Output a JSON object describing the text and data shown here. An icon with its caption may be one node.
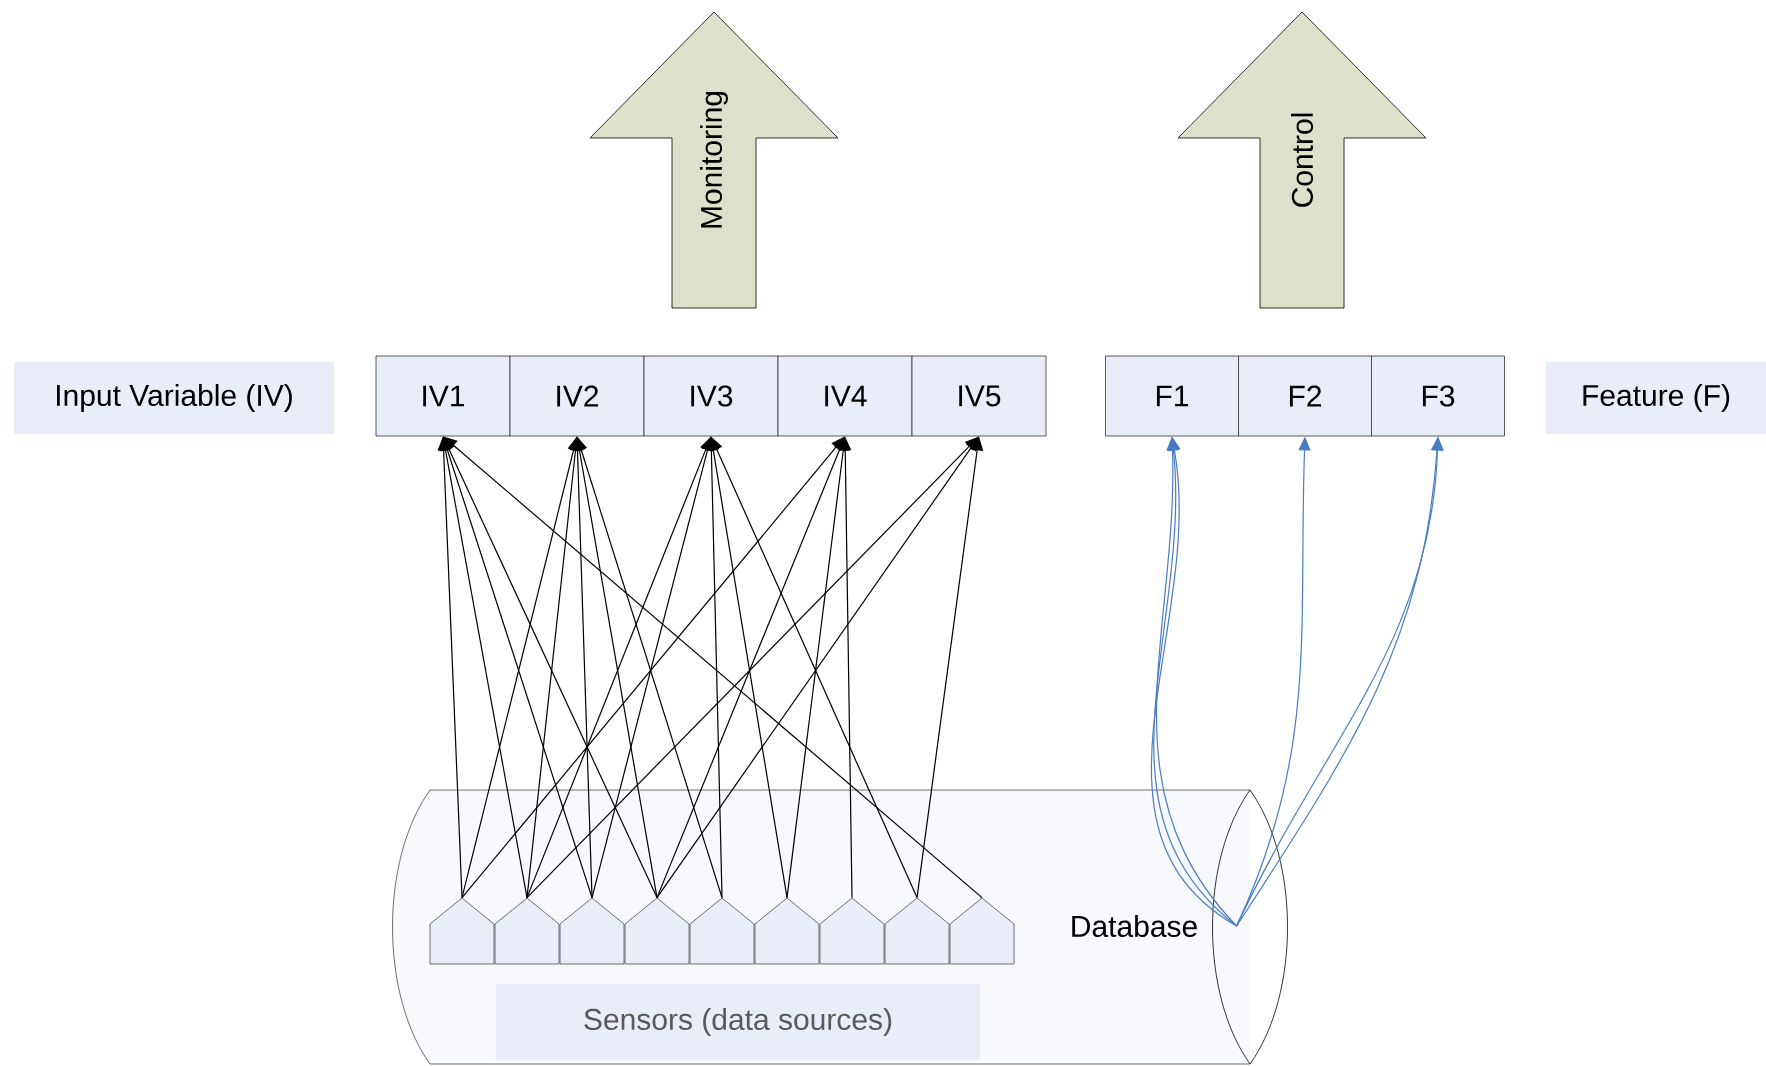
{
  "diagram": {
    "nodes": [
      {
        "text": [
          "Input Variable (IV)"
        ]
      },
      {
        "text": [
          "IV1"
        ]
      },
      {
        "text": [
          "IV2"
        ]
      },
      {
        "text": [
          "IV3"
        ]
      },
      {
        "text": [
          "IV4"
        ]
      },
      {
        "text": [
          "IV5"
        ]
      },
      {
        "text": [
          "F1"
        ]
      },
      {
        "text": [
          "F2"
        ]
      },
      {
        "text": [
          "F3"
        ]
      },
      {
        "text": [
          "Feature (F)"
        ]
      },
      {
        "text": [
          "Monitoring"
        ]
      },
      {
        "text": [
          "Control"
        ]
      },
      {
        "text": [
          "Database"
        ]
      },
      {
        "text": [],
        "shape": "pentagon",
        "in": 12
      },
      {
        "text": [],
        "shape": "pentagon",
        "in": 12
      },
      {
        "text": [],
        "shape": "pentagon",
        "in": 12
      },
      {
        "text": [],
        "shape": "pentagon",
        "in": 12
      },
      {
        "text": [],
        "shape": "pentagon",
        "in": 12
      },
      {
        "text": [],
        "shape": "pentagon",
        "in": 12
      },
      {
        "text": [],
        "shape": "pentagon",
        "in": 12
      },
      {
        "text": [],
        "shape": "pentagon",
        "in": 12
      },
      {
        "text": [],
        "shape": "pentagon",
        "in": 12
      },
      {
        "text": [
          "Sensors (data sources)"
        ],
        "in": 12
      }
    ],
    "edges": [
      {
        "from": 13,
        "to": 1,
        "arrow": "to"
      },
      {
        "from": 14,
        "to": 1,
        "arrow": "to"
      },
      {
        "from": 15,
        "to": 1,
        "arrow": "to"
      },
      {
        "from": 16,
        "to": 1,
        "arrow": "to"
      },
      {
        "from": 21,
        "to": 1,
        "arrow": "to"
      },
      {
        "from": 13,
        "to": 2,
        "arrow": "to"
      },
      {
        "from": 14,
        "to": 2,
        "arrow": "to"
      },
      {
        "from": 15,
        "to": 2,
        "arrow": "to"
      },
      {
        "from": 16,
        "to": 2,
        "arrow": "to"
      },
      {
        "from": 17,
        "to": 2,
        "arrow": "to"
      },
      {
        "from": 14,
        "to": 3,
        "arrow": "to"
      },
      {
        "from": 15,
        "to": 3,
        "arrow": "to"
      },
      {
        "from": 17,
        "to": 3,
        "arrow": "to"
      },
      {
        "from": 18,
        "to": 3,
        "arrow": "to"
      },
      {
        "from": 20,
        "to": 3,
        "arrow": "to"
      },
      {
        "from": 13,
        "to": 4,
        "arrow": "to"
      },
      {
        "from": 16,
        "to": 4,
        "arrow": "to"
      },
      {
        "from": 18,
        "to": 4,
        "arrow": "to"
      },
      {
        "from": 19,
        "to": 4,
        "arrow": "to"
      },
      {
        "from": 14,
        "to": 5,
        "arrow": "to"
      },
      {
        "from": 16,
        "to": 5,
        "arrow": "to"
      },
      {
        "from": 20,
        "to": 5,
        "arrow": "to"
      },
      {
        "from": 12,
        "to": 6,
        "arrow": "to",
        "color": "#4a7cc4"
      },
      {
        "from": 12,
        "to": 6,
        "arrow": "to",
        "color": "#4a7cc4"
      },
      {
        "from": 12,
        "to": 6,
        "arrow": "to",
        "color": "#4a7cc4"
      },
      {
        "from": 12,
        "to": 7,
        "arrow": "to",
        "color": "#4a7cc4"
      },
      {
        "from": 12,
        "to": 8,
        "arrow": "to",
        "color": "#4a7cc4"
      },
      {
        "from": 12,
        "to": 8,
        "arrow": "to",
        "color": "#4a7cc4"
      }
    ]
  }
}
